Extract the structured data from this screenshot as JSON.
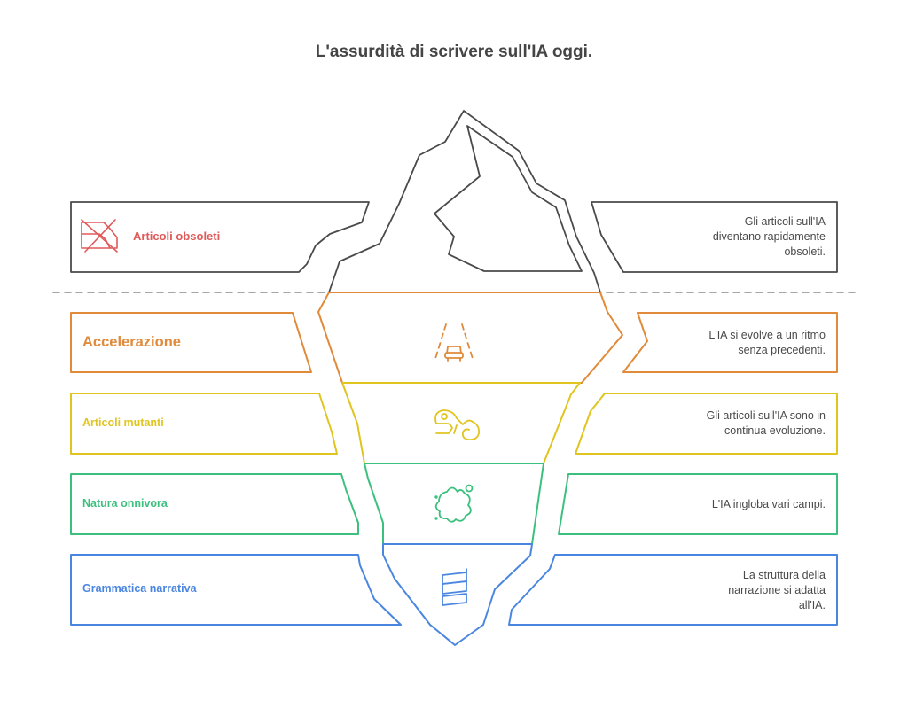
{
  "title": "L'assurdità di scrivere sull'IA oggi.",
  "colors": {
    "outline": "#4a4a4a",
    "waterline": "#8a8a8a",
    "obsolete": "#e05a5a",
    "acceleration": "#e08a3a",
    "mutants": "#e0c520",
    "omnivore": "#3cc07e",
    "grammar": "#4a86e0",
    "description_text": "#4a4a4a"
  },
  "tip": {
    "label": "Articoli obsoleti",
    "icon": "crossed-out-document-icon",
    "description": [
      "Gli articoli sull'IA",
      "diventano rapidamente",
      "obsoleti."
    ]
  },
  "layers": [
    {
      "label": "Accelerazione",
      "icon": "car-on-road-icon",
      "description": [
        "L'IA si evolve a un ritmo",
        "senza precedenti."
      ]
    },
    {
      "label": "Articoli mutanti",
      "icon": "chameleon-icon",
      "description": [
        "Gli articoli sull'IA sono in",
        "continua evoluzione."
      ]
    },
    {
      "label": "Natura onnivora",
      "icon": "splash-icon",
      "description": [
        "L'IA ingloba vari campi."
      ]
    },
    {
      "label": "Grammatica narrativa",
      "icon": "stacked-layers-icon",
      "description": [
        "La struttura della",
        "narrazione si adatta",
        "all'IA."
      ]
    }
  ]
}
